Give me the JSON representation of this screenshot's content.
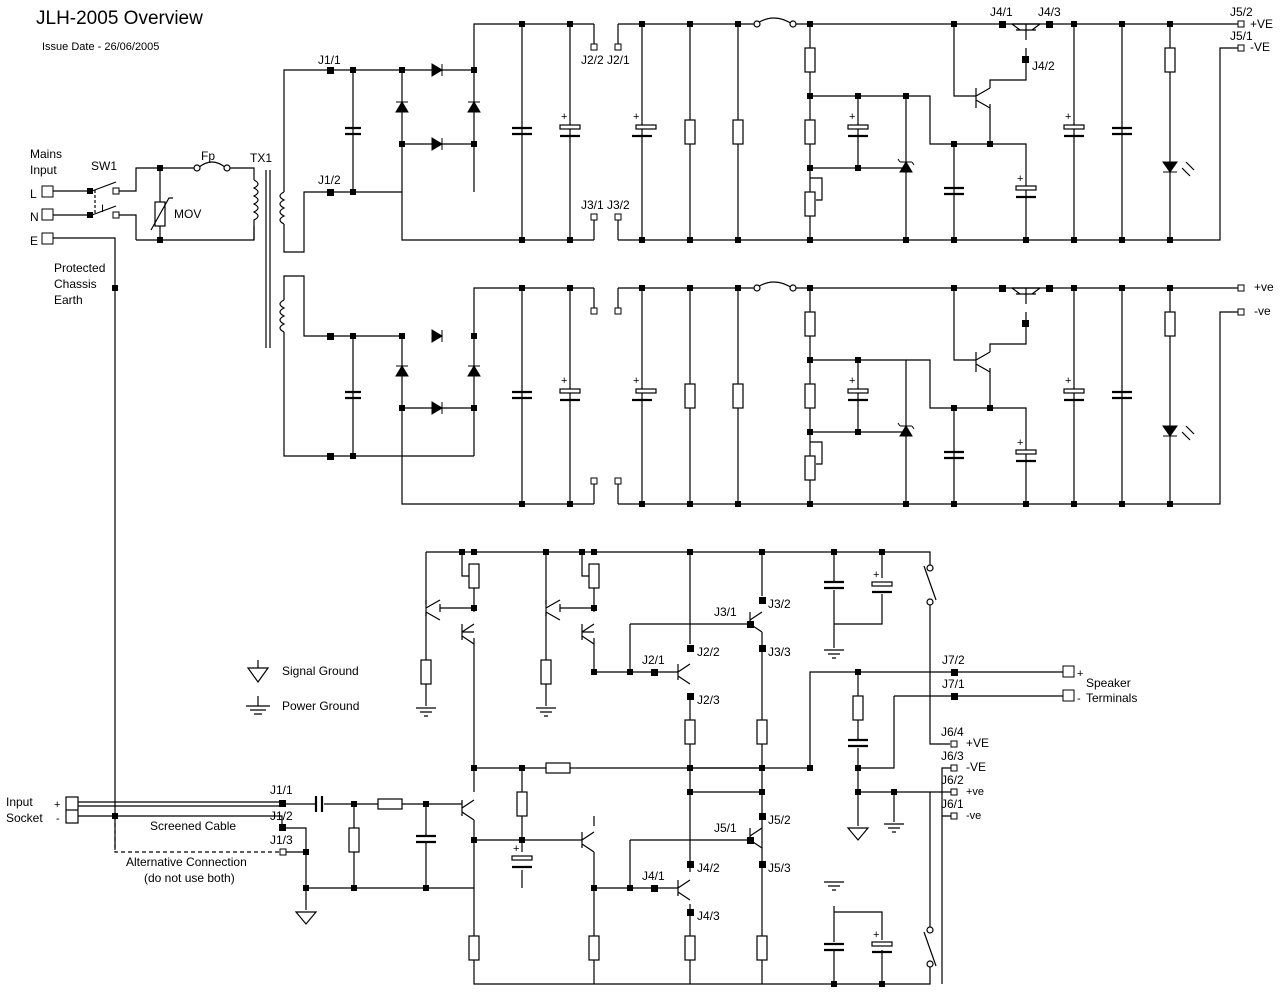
{
  "title": "JLH-2005 Overview",
  "issue_date": "Issue Date - 26/06/2005",
  "mains": {
    "label_line1": "Mains",
    "label_line2": "Input",
    "terminals": [
      "L",
      "N",
      "E"
    ],
    "switch": "SW1",
    "switch_mark": "I",
    "fuse": "Fp",
    "mov": "MOV",
    "transformer": "TX1",
    "earth_line1": "Protected",
    "earth_line2": "Chassis",
    "earth_line3": "Earth"
  },
  "psu": {
    "j1_1": "J1/1",
    "j1_2": "J1/2",
    "j2_2": "J2/2",
    "j2_1": "J2/1",
    "j3_1": "J3/1",
    "j3_2": "J3/2",
    "j4_1": "J4/1",
    "j4_3": "J4/3",
    "j4_2": "J4/2",
    "j5_2": "J5/2",
    "j5_1": "J5/1",
    "out_pve": "+VE",
    "out_nve": "-VE",
    "out2_pve": "+ve",
    "out2_nve": "-ve"
  },
  "legend": {
    "signal_ground": "Signal Ground",
    "power_ground": "Power Ground"
  },
  "amp": {
    "j3_1": "J3/1",
    "j3_2": "J3/2",
    "j3_3": "J3/3",
    "j2_1": "J2/1",
    "j2_2": "J2/2",
    "j2_3": "J2/3",
    "j5_1": "J5/1",
    "j5_2": "J5/2",
    "j5_3": "J5/3",
    "j4_1": "J4/1",
    "j4_2": "J4/2",
    "j4_3": "J4/3",
    "j7_2": "J7/2",
    "j7_1": "J7/1",
    "j6_4": "J6/4",
    "j6_3": "J6/3",
    "j6_2": "J6/2",
    "j6_1": "J6/1",
    "j6_4_lbl": "+VE",
    "j6_3_lbl": "-VE",
    "j6_2_lbl": "+ve",
    "j6_1_lbl": "-ve",
    "speaker_line1": "Speaker",
    "speaker_line2": "Terminals",
    "spk_plus": "+",
    "spk_minus": "-"
  },
  "input": {
    "label_line1": "Input",
    "label_line2": "Socket",
    "plus": "+",
    "minus": "-",
    "j1_1": "J1/1",
    "j1_2": "J1/2",
    "j1_3": "J1/3",
    "screened": "Screened Cable",
    "alt_line1": "Alternative Connection",
    "alt_line2": "(do not use both)"
  }
}
